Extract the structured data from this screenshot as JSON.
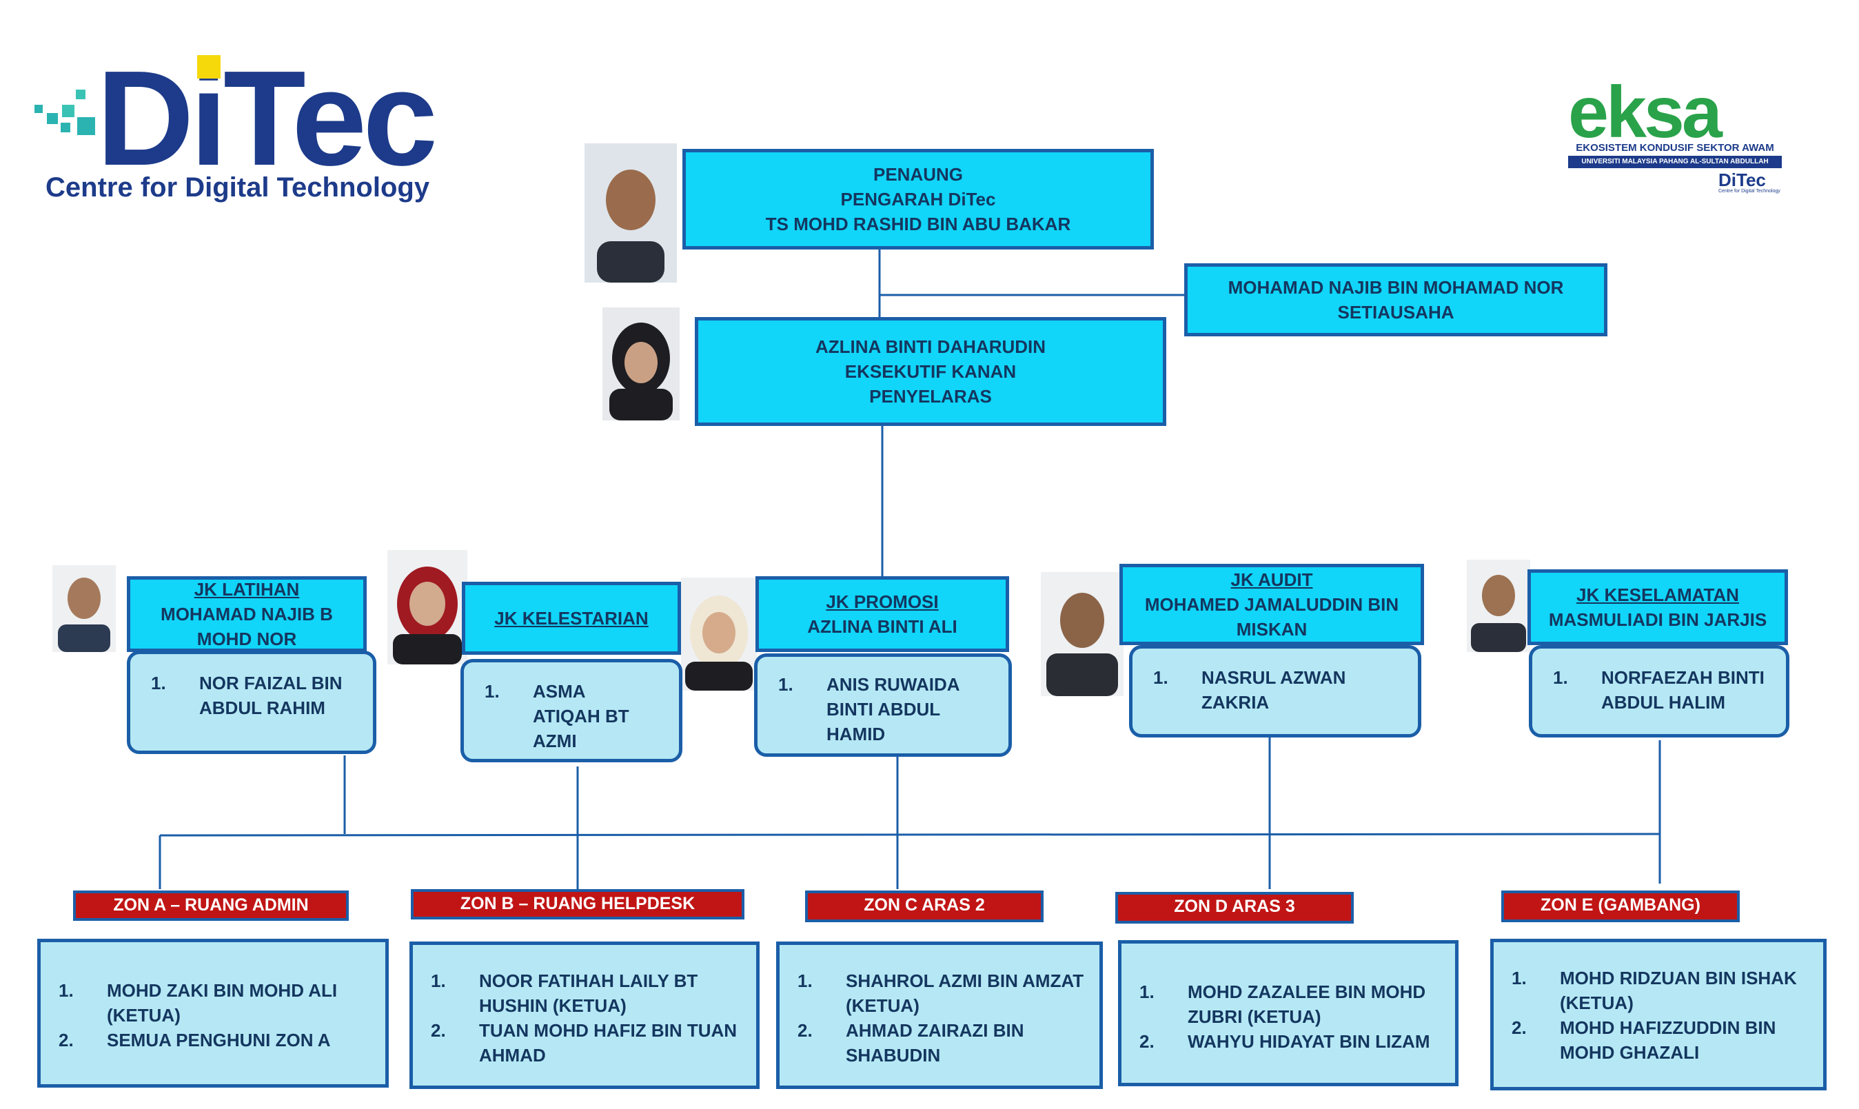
{
  "logos": {
    "ditec_word": "DiTec",
    "ditec_subtitle": "Centre for Digital Technology",
    "eksa_word": "eksa",
    "eksa_line1": "EKOSISTEM KONDUSIF SEKTOR AWAM",
    "eksa_line2": "UNIVERSITI MALAYSIA PAHANG AL-SULTAN ABDULLAH",
    "eksa_small": "DiTec",
    "eksa_small_sub": "Centre for Digital Technology"
  },
  "penaung": {
    "line1": "PENAUNG",
    "line2": "PENGARAH DiTec",
    "line3": "TS MOHD RASHID BIN ABU BAKAR"
  },
  "setiausaha": {
    "line1": "MOHAMAD NAJIB BIN MOHAMAD NOR",
    "line2": "SETIAUSAHA"
  },
  "penyelaras": {
    "line1": "AZLINA BINTI DAHARUDIN",
    "line2": "EKSEKUTIF KANAN",
    "line3": "PENYELARAS"
  },
  "committees": [
    {
      "title": "JK LATIHAN",
      "head1": "MOHAMAD NAJIB B",
      "head2": "MOHD NOR",
      "num": "1.",
      "member1": "NOR FAIZAL BIN",
      "member2": "ABDUL RAHIM",
      "member3": ""
    },
    {
      "title": "JK KELESTARIAN",
      "head1": "",
      "head2": "",
      "num": "1.",
      "member1": "ASMA",
      "member2": "ATIQAH BT",
      "member3": "AZMI"
    },
    {
      "title": "JK PROMOSI",
      "head1": "AZLINA BINTI ALI",
      "head2": "",
      "num": "1.",
      "member1": "ANIS RUWAIDA",
      "member2": "BINTI ABDUL",
      "member3": "HAMID"
    },
    {
      "title": "JK AUDIT",
      "head1": "MOHAMED JAMALUDDIN BIN",
      "head2": "MISKAN",
      "num": "1.",
      "member1": "NASRUL AZWAN",
      "member2": "ZAKRIA",
      "member3": ""
    },
    {
      "title": "JK KESELAMATAN",
      "head1": "MASMULIADI BIN JARJIS",
      "head2": "",
      "num": "1.",
      "member1": "NORFAEZAH BINTI",
      "member2": "ABDUL HALIM",
      "member3": ""
    }
  ],
  "zones": [
    {
      "label": "ZON A – RUANG ADMIN",
      "n1": "1.",
      "i1a": "MOHD ZAKI BIN MOHD ALI",
      "i1b": "(KETUA)",
      "n2": "2.",
      "i2a": "SEMUA PENGHUNI ZON A",
      "i2b": ""
    },
    {
      "label": "ZON B – RUANG HELPDESK",
      "n1": "1.",
      "i1a": "NOOR FATIHAH LAILY BT",
      "i1b": "HUSHIN (KETUA)",
      "n2": "2.",
      "i2a": "TUAN MOHD HAFIZ BIN TUAN",
      "i2b": "AHMAD"
    },
    {
      "label": "ZON C ARAS 2",
      "n1": "1.",
      "i1a": "SHAHROL AZMI BIN AMZAT",
      "i1b": "(KETUA)",
      "n2": "2.",
      "i2a": "AHMAD ZAIRAZI BIN",
      "i2b": "SHABUDIN"
    },
    {
      "label": "ZON D ARAS 3",
      "n1": "1.",
      "i1a": "MOHD ZAZALEE BIN MOHD",
      "i1b": "ZUBRI (KETUA)",
      "n2": "2.",
      "i2a": "WAHYU HIDAYAT BIN LIZAM",
      "i2b": ""
    },
    {
      "label": "ZON E (GAMBANG)",
      "n1": "1.",
      "i1a": "MOHD RIDZUAN BIN ISHAK",
      "i1b": "(KETUA)",
      "n2": "2.",
      "i2a": "MOHD HAFIZZUDDIN BIN",
      "i2b": "MOHD GHAZALI"
    }
  ],
  "colors": {
    "header_box": "#11d5f9",
    "member_box": "#b5e8f4",
    "border": "#1b5ea8",
    "text": "#14365f",
    "zone_label": "#c11515",
    "line": "#1b5ea8"
  },
  "icons": [
    "person-photo-icon"
  ]
}
